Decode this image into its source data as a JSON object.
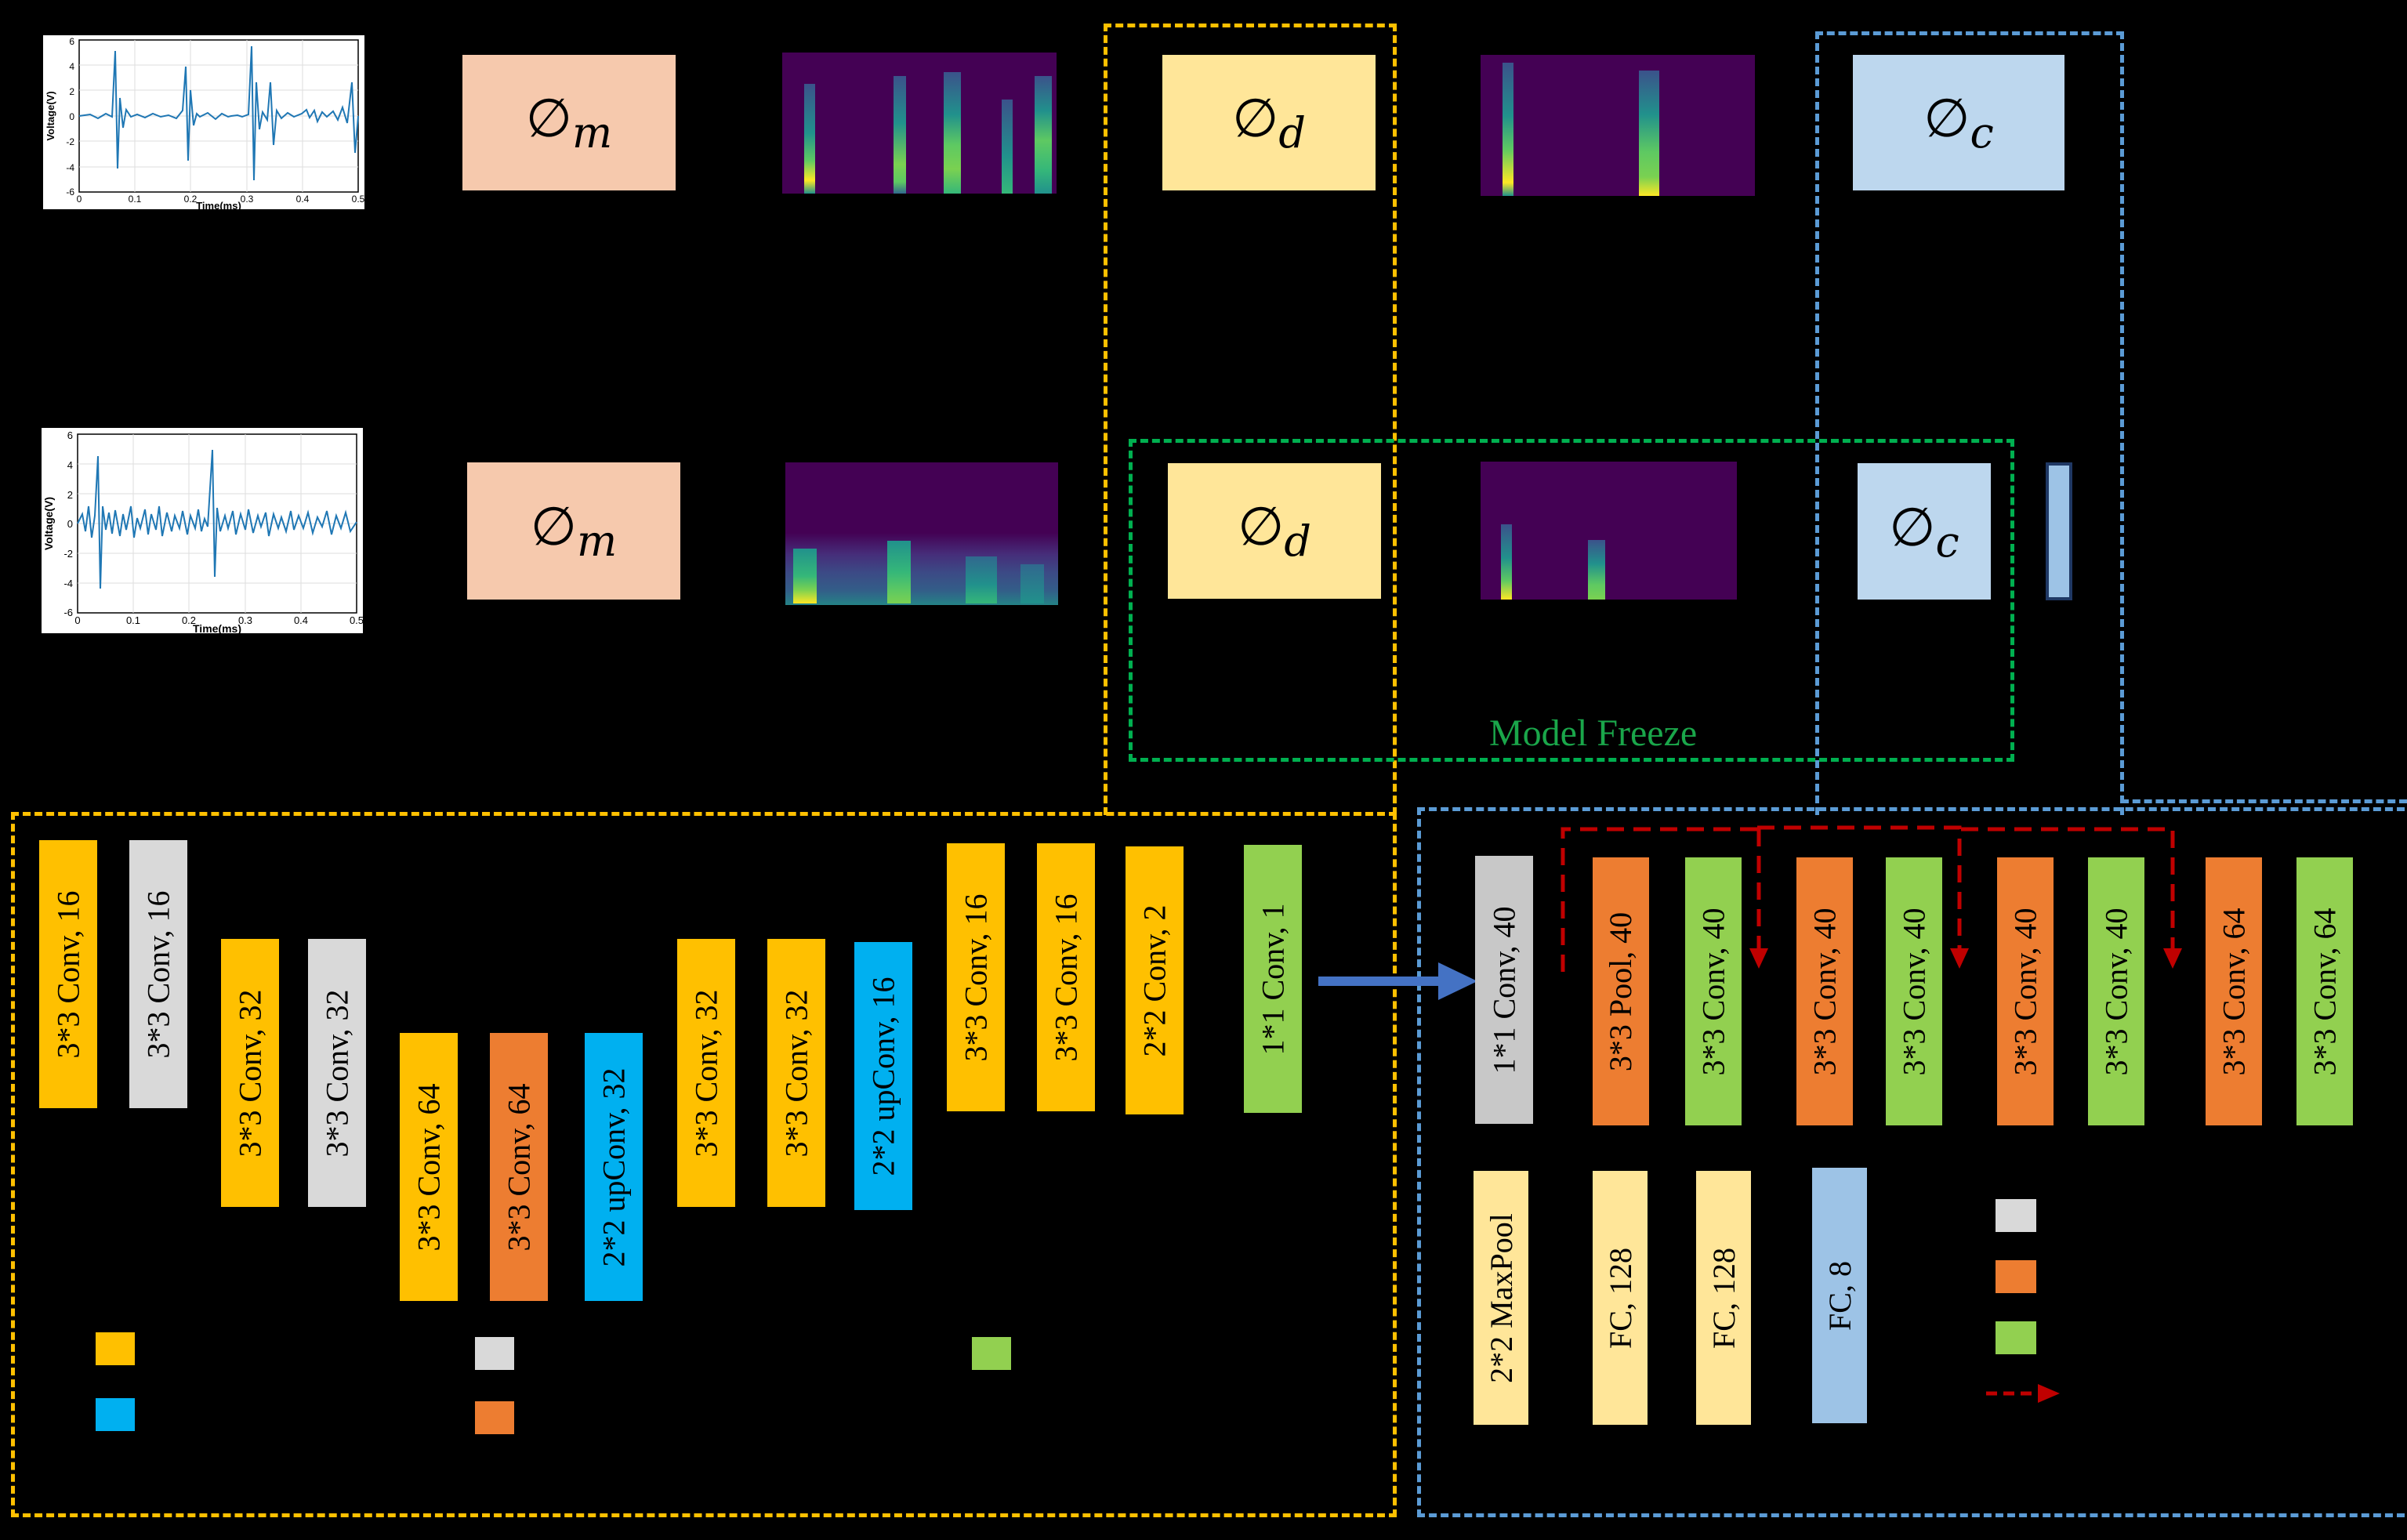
{
  "colors": {
    "background": "#000000",
    "phi_m": "#f6c9ad",
    "phi_d": "#ffe699",
    "phi_c": "#bdd7ee",
    "conv_yellow": "#ffc000",
    "gray": "#d9d9d9",
    "orange": "#ed7d31",
    "blue_up": "#00b0f0",
    "green": "#92d050",
    "fc_light": "#ffe699",
    "fc_blue": "#9dc3e6",
    "yellow_dash": "#ffc000",
    "blue_dash": "#5b9bd5",
    "green_dash": "#00b050",
    "red_arrow": "#c00000",
    "arrow_blue": "#4472c4"
  },
  "top_row": {
    "phi_m": "∅",
    "phi_m_sub": "m",
    "phi_d": "∅",
    "phi_d_sub": "d",
    "phi_c": "∅",
    "phi_c_sub": "c"
  },
  "bottom_row": {
    "phi_m": "∅",
    "phi_m_sub": "m",
    "phi_d": "∅",
    "phi_d_sub": "d",
    "phi_c": "∅",
    "phi_c_sub": "c",
    "freeze_label": "Model Freeze"
  },
  "plots": {
    "ylabel": "Voltage(V)",
    "xlabel": "Time(ms)",
    "yticks": [
      "6",
      "4",
      "2",
      "0",
      "-2",
      "-4",
      "-6"
    ],
    "xticks": [
      "0",
      "0.1",
      "0.2",
      "0.3",
      "0.4",
      "0.5"
    ]
  },
  "denoiser_layers": [
    "3*3 Conv, 16",
    "3*3 Conv, 16",
    "3*3 Conv, 32",
    "3*3 Conv, 32",
    "3*3 Conv, 64",
    "3*3 Conv, 64",
    "2*2 upConv, 32",
    "3*3 Conv, 32",
    "3*3 Conv, 32",
    "2*2 upConv, 16",
    "3*3 Conv, 16",
    "3*3 Conv, 16",
    "2*2 Conv, 2",
    "1*1 Conv, 1"
  ],
  "classifier_layers": [
    "1*1 Conv, 40",
    "3*3 Pool, 40",
    "3*3 Conv, 40",
    "3*3 Conv, 40",
    "3*3 Conv, 40",
    "3*3 Conv, 40",
    "3*3 Conv, 40",
    "3*3 Conv, 64",
    "3*3 Conv, 64"
  ],
  "classifier_extra": [
    "2*2 MaxPool",
    "FC, 128",
    "FC, 128",
    "FC, 8"
  ]
}
